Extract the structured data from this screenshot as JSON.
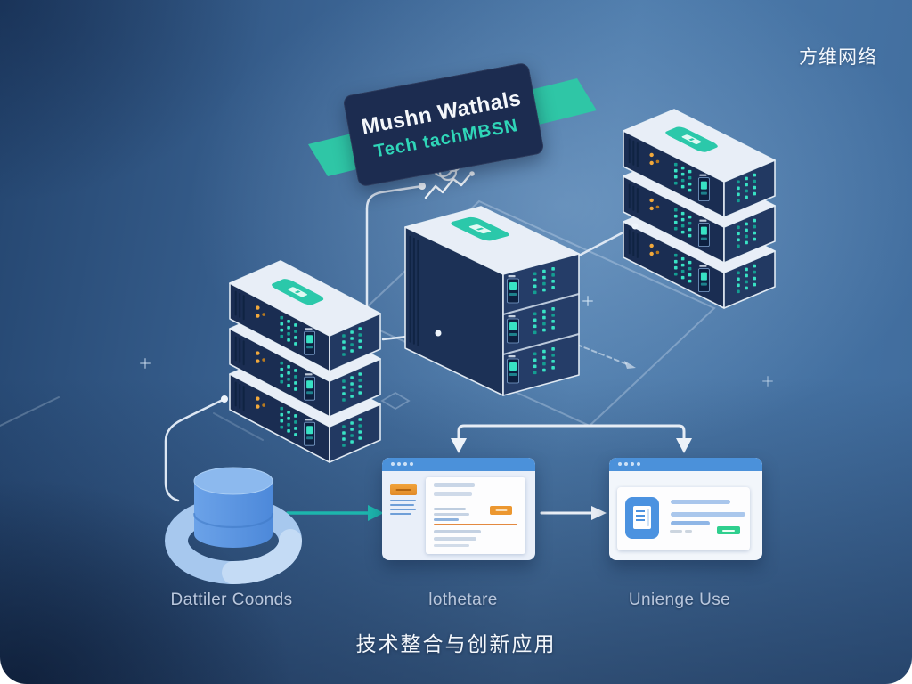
{
  "brand": {
    "text": "方维网络"
  },
  "banner": {
    "title": "Mushn Wathals",
    "subtitle": "Tech tachMBSN"
  },
  "diagram": {
    "labels": [
      {
        "id": "database",
        "text": "Dattiler Coonds"
      },
      {
        "id": "interface",
        "text": "lothetare"
      },
      {
        "id": "users",
        "text": "Unienge Use"
      }
    ],
    "icons": [
      "server-stack-icon",
      "server-badge-icon",
      "database-cylinder-icon",
      "scribble-cloud-icon",
      "browser-window-icon",
      "document-icon",
      "down-arrow-icon",
      "right-arrow-icon"
    ]
  },
  "footer": {
    "title": "技术整合与创新应用"
  },
  "colors": {
    "accent_teal": "#2fc6a6",
    "accent_orange": "#ec9730",
    "accent_blue": "#4b91da",
    "accent_green": "#2fcf8e",
    "led_teal": "#38e2c4",
    "led_orange": "#f2a93c",
    "banner_navy": "#1c2c50",
    "background_light": "#5585b5",
    "background_dark": "#16294c"
  }
}
